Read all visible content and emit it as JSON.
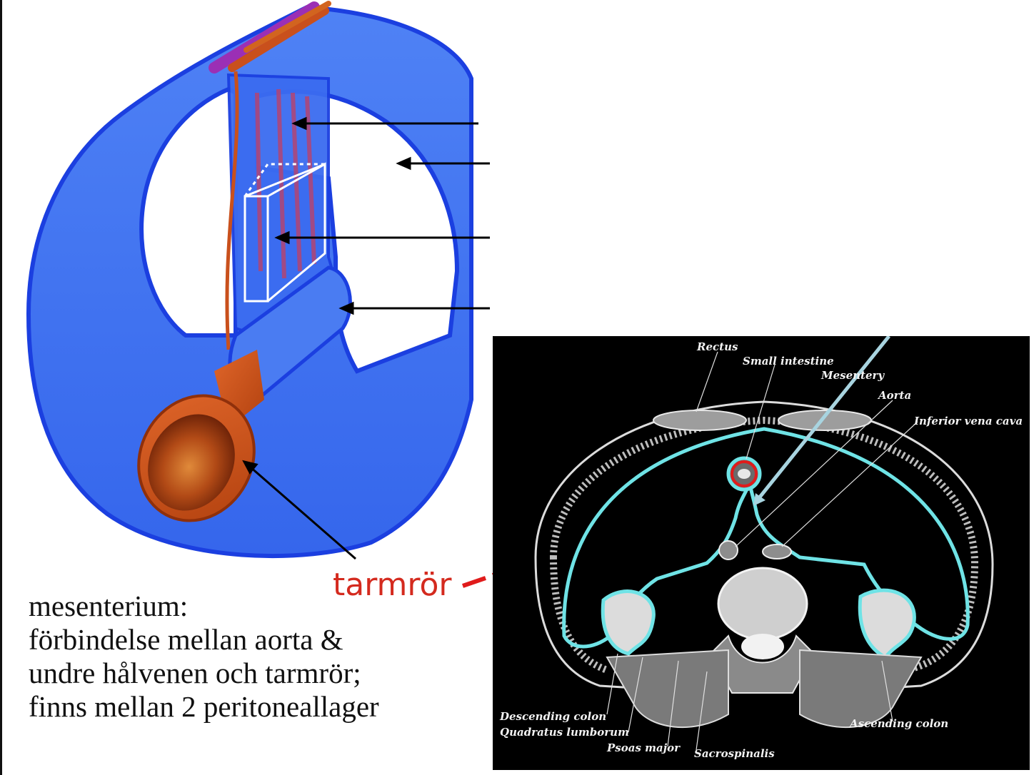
{
  "callout": {
    "label": "tarmrör"
  },
  "caption": {
    "lines": [
      "mesenterium:",
      "förbindelse mellan aorta &",
      "undre hålvenen och tarmrör;",
      "finns mellan 2 peritoneallager"
    ]
  },
  "cross_section": {
    "labels": {
      "rectus": "Rectus",
      "small_intestine": "Small intestine",
      "mesentery": "Mesentery",
      "aorta": "Aorta",
      "inferior_vena_cava": "Inferior vena cava",
      "descending_colon": "Descending colon",
      "quadratus_lumborum": "Quadratus lumborum",
      "psoas_major": "Psoas major",
      "sacrospinalis": "Sacrospinalis",
      "ascending_colon": "Ascending colon"
    }
  },
  "colors": {
    "peritoneum_blue": "#3a6ff0",
    "peritoneum_edge": "#1b3fe0",
    "intestine_orange": "#c9501c",
    "vessel_purple": "#9b2fb5",
    "callout_red": "#e01b1b",
    "mesentery_line_cyan": "#6fe3e6",
    "pointer_lightblue": "#a8d4e0"
  }
}
